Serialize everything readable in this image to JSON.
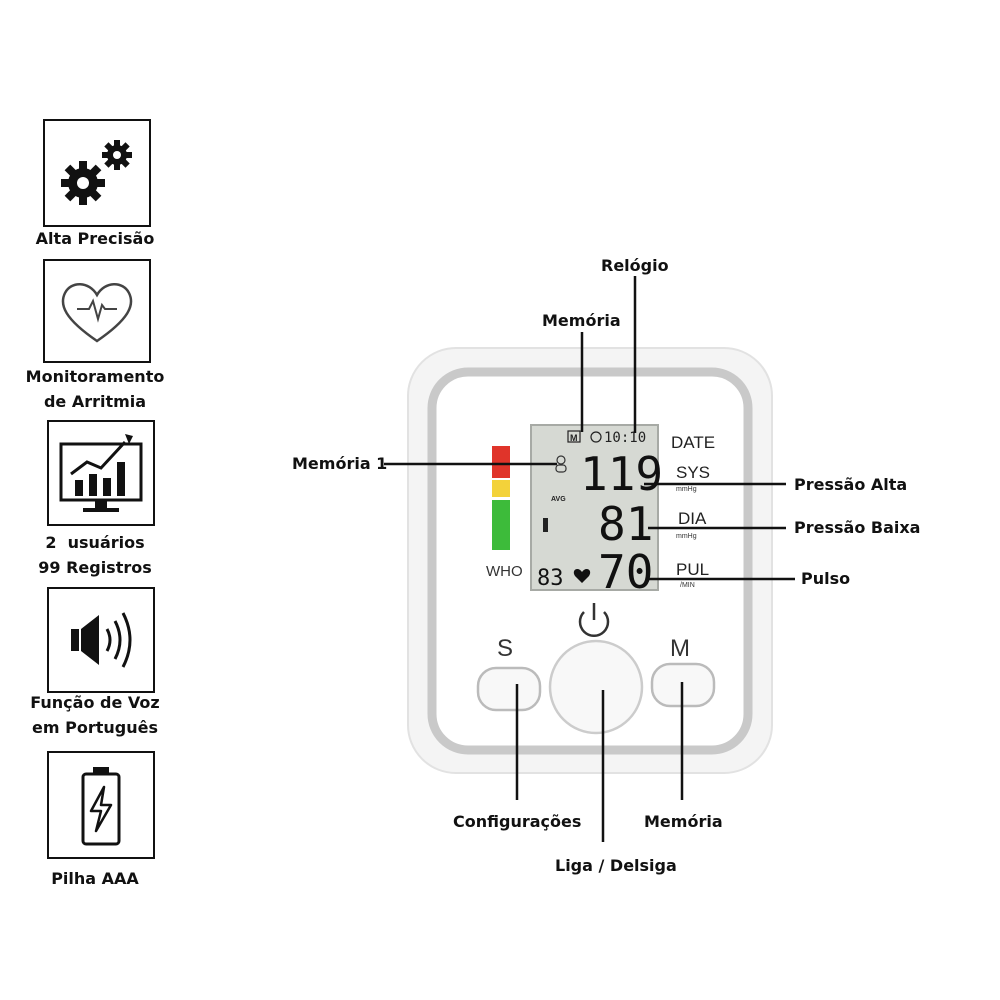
{
  "features": [
    {
      "icon": "gears-icon",
      "caption": [
        "Alta Precisão"
      ]
    },
    {
      "icon": "heart-pulse-icon",
      "caption": [
        "Monitoramento",
        "de Arritmia"
      ]
    },
    {
      "icon": "monitor-chart-icon",
      "caption": [
        "2  usuários",
        "99 Registros"
      ]
    },
    {
      "icon": "speaker-icon",
      "caption": [
        "Função de Voz",
        "em Português"
      ]
    },
    {
      "icon": "battery-icon",
      "caption": [
        "Pilha AAA"
      ]
    }
  ],
  "callouts": {
    "relogio": "Relógio",
    "memoria_top": "Memória",
    "memoria1": "Memória 1",
    "pressao_alta": "Pressão Alta",
    "pressao_baixa": "Pressão Baixa",
    "pulso": "Pulso",
    "configuracoes": "Configurações",
    "liga": "Liga / Delsiga",
    "memoria_btn": "Memória"
  },
  "device": {
    "who_label": "WHO",
    "memory_box": "M",
    "clock": "10:10",
    "avg": "AVG",
    "sys_value": "119",
    "dia_value": "81",
    "pul_value": "70",
    "mem_count": "83",
    "date_label": "DATE",
    "sys_label": "SYS",
    "dia_label": "DIA",
    "pul_label": "PUL",
    "unit_mmhg": "mmHg",
    "unit_min": "/MIN",
    "btn_s": "S",
    "btn_m": "M",
    "colors": {
      "red": "#e0342a",
      "yellow": "#f3d23a",
      "green": "#3dbb3a",
      "lcd": "#d6d9d3",
      "frame": "#c9c9c9"
    }
  }
}
